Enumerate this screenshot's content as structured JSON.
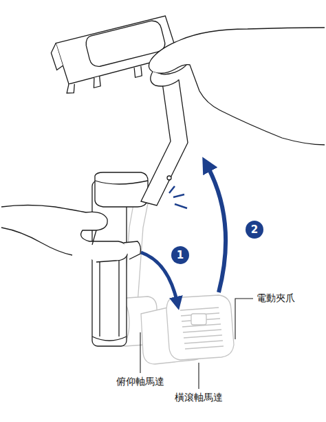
{
  "diagram": {
    "nodes": [
      {
        "text": [
          "1"
        ]
      },
      {
        "text": [
          "2"
        ]
      }
    ],
    "labels": [
      "電動夾爪",
      "俯仰軸馬達",
      "橫滾軸馬達"
    ]
  }
}
